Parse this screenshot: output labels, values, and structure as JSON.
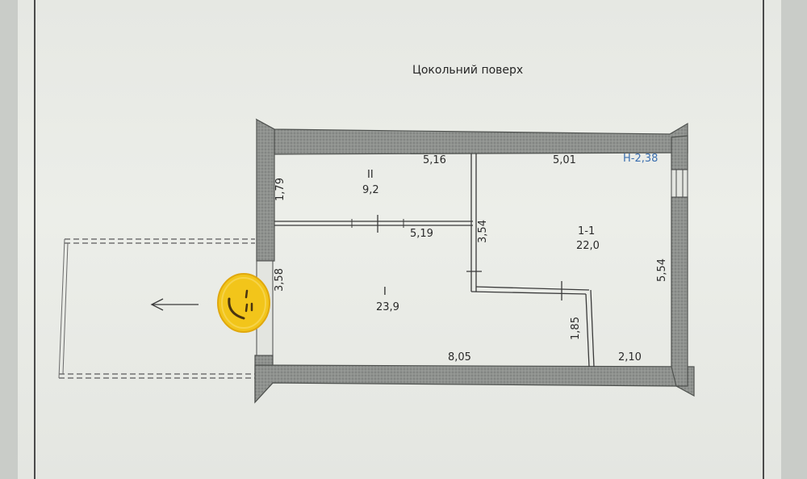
{
  "title": "Цокольний поверх",
  "height_mark": "Н-2,38",
  "rooms": [
    {
      "id": "II",
      "number": "II",
      "area": "9,2"
    },
    {
      "id": "I",
      "number": "I",
      "area": "23,9"
    },
    {
      "id": "1-1",
      "number": "1-1",
      "area": "22,0"
    }
  ],
  "dimensions": {
    "top_left_width": "5,16",
    "top_right_width": "5,01",
    "room_ii_height": "1,79",
    "partition_width": "5,19",
    "partition_height": "3,54",
    "room_i_height": "3,58",
    "bottom_width": "8,05",
    "step_height": "1,85",
    "bottom_right_width": "2,10",
    "right_height": "5,54"
  },
  "colors": {
    "wall_fill": "#8f928f",
    "wall_edge": "#4f524f",
    "line": "#3a3a3a",
    "dashed": "#5a5a5a",
    "smiley": "#f2c51a",
    "blue_text": "#3b6fb0"
  },
  "icons": {
    "smiley": "smiley-sticker-icon",
    "arrow": "arrow-left-icon"
  }
}
